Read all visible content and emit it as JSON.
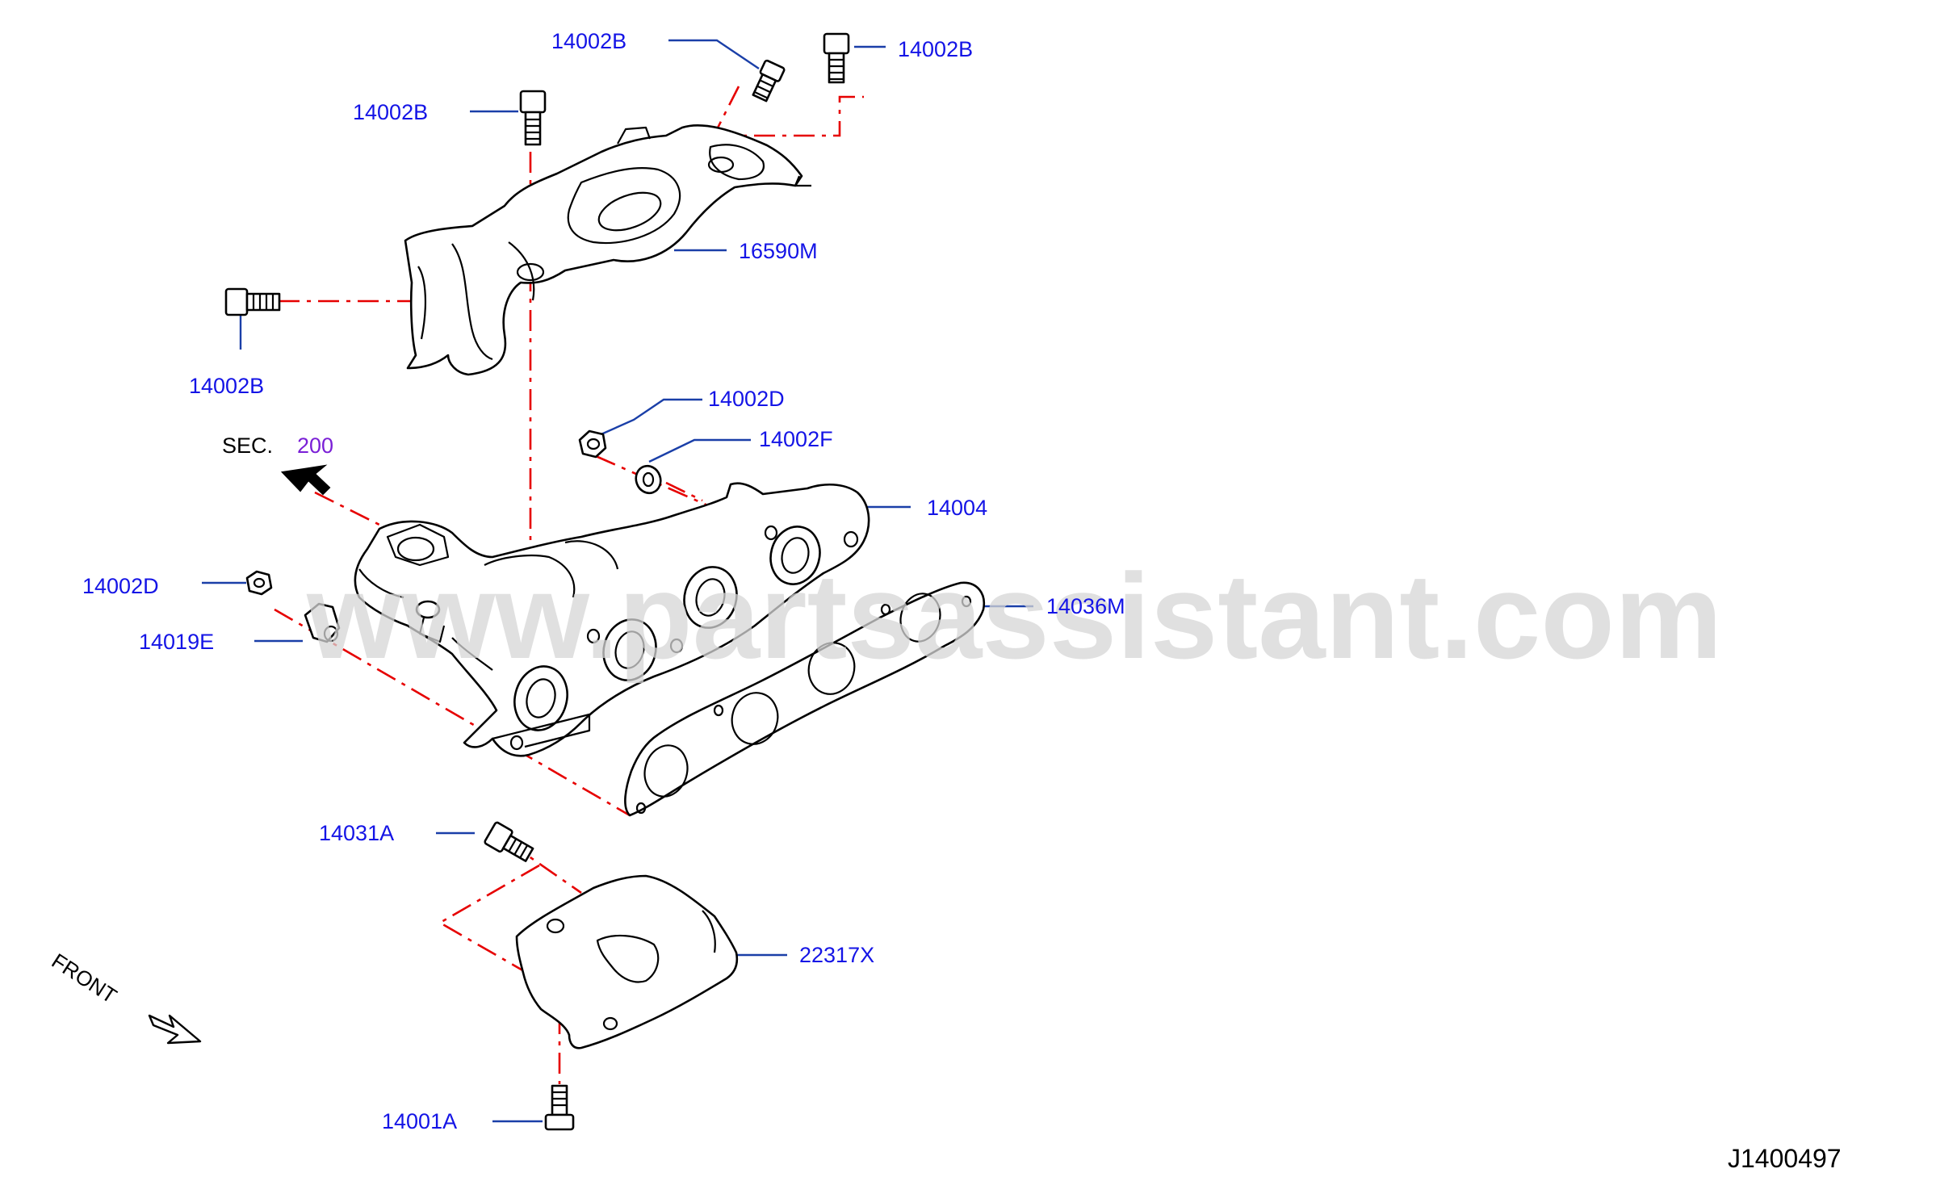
{
  "watermark": "www.partsassistant.com",
  "diagram_code": "J1400497",
  "section": {
    "label": "SEC.",
    "number": "200"
  },
  "front_label": "FRONT",
  "callouts": {
    "bolt_top_left": "14002B",
    "bolt_top_right": "14002B",
    "bolt_upper": "14002B",
    "bolt_side": "14002B",
    "heat_insulator": "16590M",
    "nut_upper": "14002D",
    "washer": "14002F",
    "manifold": "14004",
    "nut_lower": "14002D",
    "spacer": "14019E",
    "gasket": "14036M",
    "bolt_bracket": "14031A",
    "bracket": "22317X",
    "bolt_bottom": "14001A"
  }
}
